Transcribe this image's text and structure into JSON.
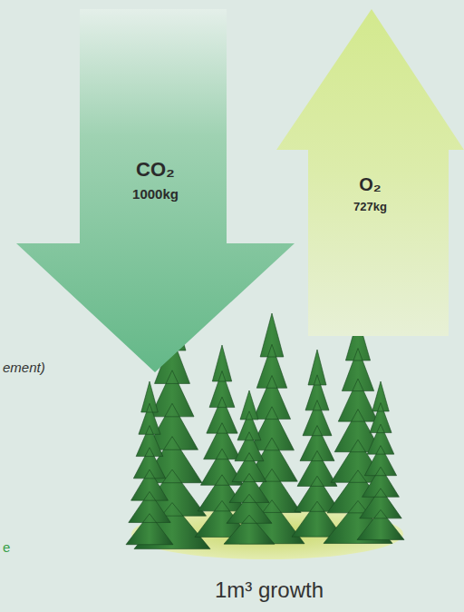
{
  "diagram": {
    "caption": "1m³ growth",
    "nodes": [
      {
        "text": [
          "CO₂",
          "1000kg"
        ]
      },
      {
        "text": [
          "O₂",
          "727kg"
        ]
      }
    ],
    "labels": [
      "ement)",
      "e"
    ]
  }
}
